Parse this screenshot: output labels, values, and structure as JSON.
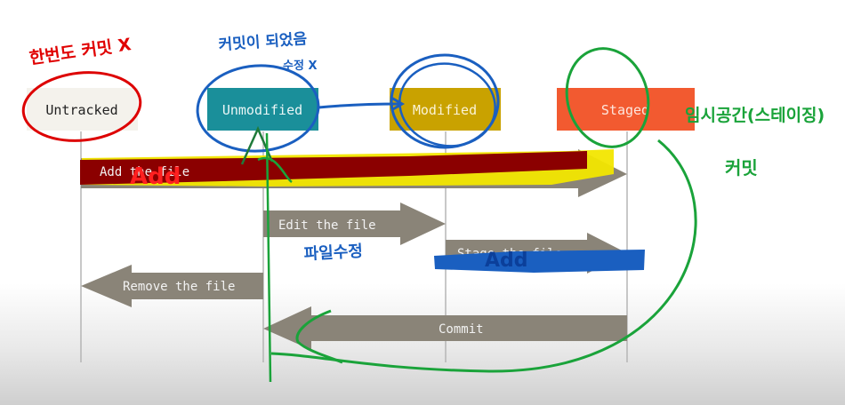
{
  "states": {
    "untracked": "Untracked",
    "unmodified": "Unmodified",
    "modified": "Modified",
    "staged": "Staged"
  },
  "arrows": {
    "add_the_file": "Add the file",
    "edit_the_file": "Edit the file",
    "stage_the_file": "Stage the file",
    "remove_the_file": "Remove the file",
    "commit": "Commit"
  },
  "annotations": {
    "untracked_note": "한번도 커밋 X",
    "unmodified_note_1": "커밋이 되었음",
    "unmodified_note_2": "수정 X",
    "staged_note": "임시공간(스테이징)",
    "commit_note": "커밋",
    "edit_note": "파일수정",
    "add_note": "Add",
    "stage_note": "Add"
  },
  "colors": {
    "unmodified_box": "#1a8f9a",
    "modified_box": "#c9a200",
    "staged_box": "#f25a30",
    "arrow_gray": "#8a8478",
    "marker_red": "#cc0000",
    "marker_blue": "#1a5fc0",
    "marker_green": "#1aa33a"
  }
}
